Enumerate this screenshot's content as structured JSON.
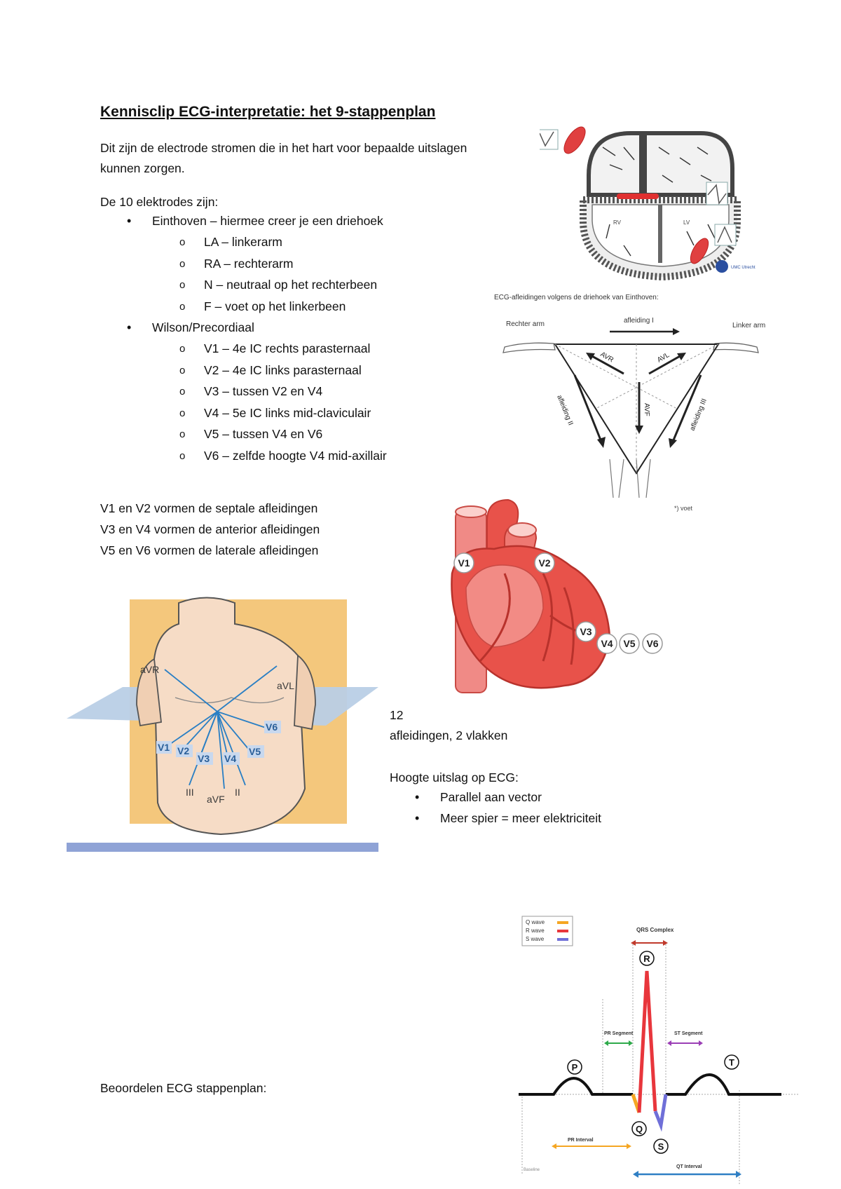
{
  "title": "Kennisclip ECG-interpretatie: het 9-stappenplan",
  "intro": "Dit zijn de electrode stromen die in het hart voor bepaalde uitslagen kunnen zorgen.",
  "electrodes_heading": "De 10 elektrodes zijn:",
  "groups": [
    {
      "label": "Einthoven – hiermee creer je een driehoek",
      "items": [
        "LA – linkerarm",
        "RA – rechterarm",
        "N – neutraal op het rechterbeen",
        "F – voet op het linkerbeen"
      ]
    },
    {
      "label": "Wilson/Precordiaal",
      "items": [
        "V1 – 4e IC rechts parasternaal",
        "V2 – 4e IC links parasternaal",
        "V3 – tussen V2 en V4",
        "V4 – 5e IC links mid-claviculair",
        "V5 – tussen V4 en V6",
        "V6 – zelfde hoogte V4 mid-axillair"
      ]
    }
  ],
  "lead_groups": [
    "V1 en V2 vormen de septale afleidingen",
    "V3 en V4 vormen de anterior afleidingen",
    "V5 en V6 vormen de laterale afleidingen"
  ],
  "twelve_line1": "12",
  "twelve_line2": "afleidingen, 2 vlakken",
  "height_heading": "Hoogte uitslag op ECG:",
  "height_items": [
    "Parallel aan vector",
    "Meer spier = meer elektriciteit"
  ],
  "assessment": "Beoordelen ECG stappenplan:",
  "fig_heart_vectors": {
    "rv": "RV",
    "lv": "LV",
    "logo": "UMC Utrecht"
  },
  "fig_einthoven": {
    "caption": "ECG-afleidingen volgens de driehoek van Einthoven:",
    "right_arm": "Rechter arm",
    "left_arm": "Linker arm",
    "lead1": "afleiding I",
    "lead2": "afleiding II",
    "lead3": "afleiding III",
    "avr": "AVR",
    "avl": "AVL",
    "avf": "AVF",
    "foot": "*) voet"
  },
  "fig_heart_leads": [
    "V1",
    "V2",
    "V3",
    "V4",
    "V5",
    "V6"
  ],
  "fig_torso": {
    "avr": "aVR",
    "avl": "aVL",
    "avf": "aVF",
    "lead3": "III",
    "lead2": "II",
    "leads": [
      "V1",
      "V2",
      "V3",
      "V4",
      "V5",
      "V6"
    ]
  },
  "fig_ecg": {
    "legend": [
      "Q wave",
      "R wave",
      "S wave"
    ],
    "qrs": "QRS Complex",
    "pr_segment": "PR Segment",
    "st_segment": "ST Segment",
    "pr_interval": "PR Interval",
    "qt_interval": "QT Interval",
    "baseline": "Baseline",
    "p": "P",
    "q": "Q",
    "r": "R",
    "s": "S",
    "t": "T"
  },
  "colors": {
    "q": "#f5a623",
    "r": "#e8363c",
    "s": "#6f6fd8",
    "pr": "#2eaa4a",
    "st": "#9b3fb5",
    "qt": "#2f7fc4",
    "heart": "#e8524a"
  }
}
